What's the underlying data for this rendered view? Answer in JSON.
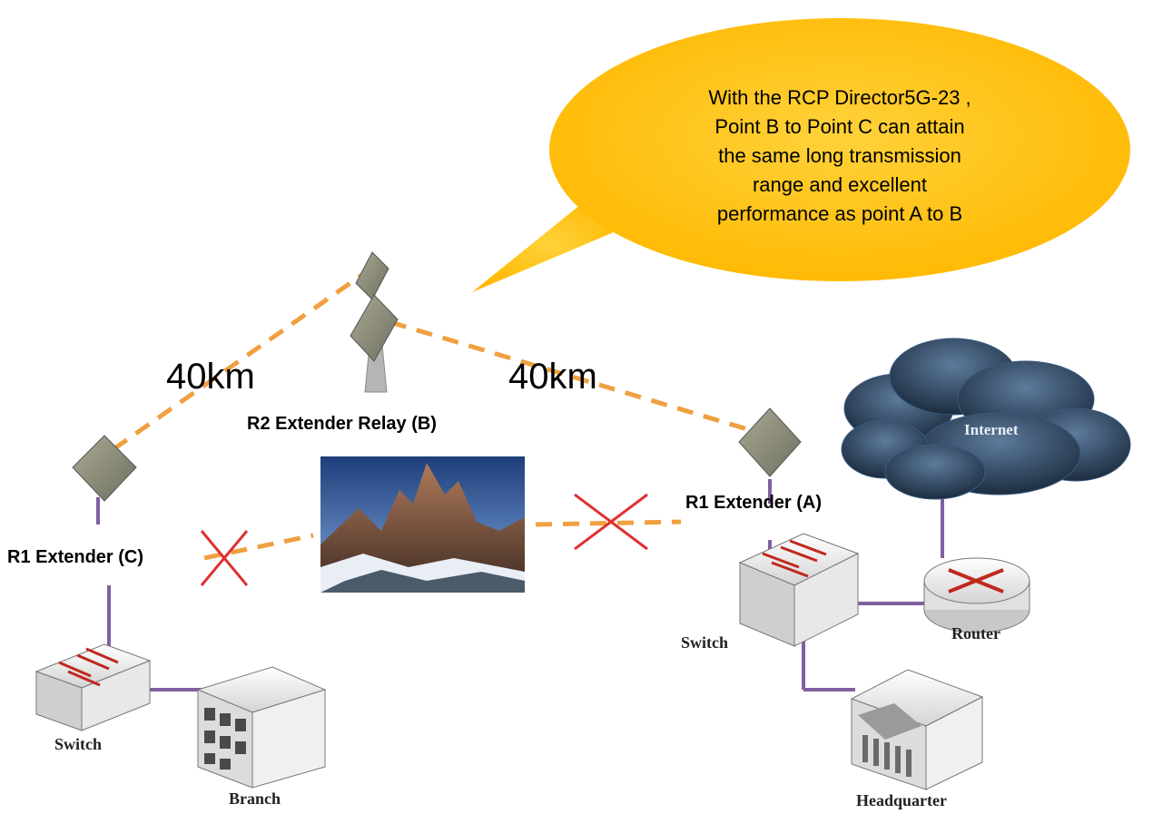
{
  "callout": {
    "lines": [
      "With the RCP Director5G-23 ,",
      "Point B to Point C can attain",
      "the same long transmission",
      "range and excellent",
      "performance as point A to B"
    ]
  },
  "distances": {
    "left": "40km",
    "right": "40km"
  },
  "nodes": {
    "relay": "R2 Extender Relay (B)",
    "extender_a": "R1 Extender (A)",
    "extender_c": "R1 Extender (C)"
  },
  "devices": {
    "internet": "Internet",
    "router": "Router",
    "switch_right": "Switch",
    "switch_left": "Switch",
    "branch": "Branch",
    "headquarter": "Headquarter"
  },
  "colors": {
    "bubble": "#ffc000",
    "link_dashed": "#f0a040",
    "cable": "#8060a0",
    "blocked": "#e03030"
  }
}
